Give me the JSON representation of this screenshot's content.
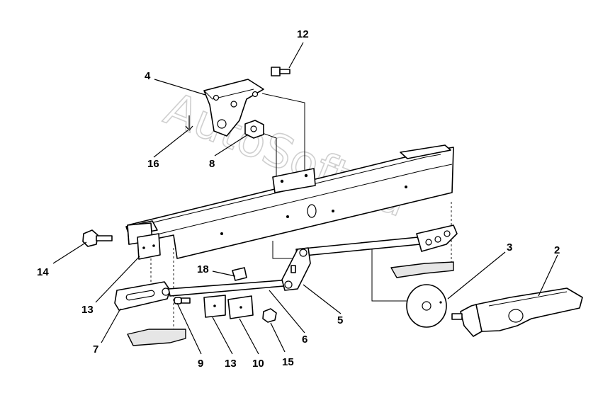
{
  "watermark": "AutoSoft.ru",
  "callouts": {
    "c1": "12",
    "c2": "4",
    "c3": "16",
    "c4": "8",
    "c5": "14",
    "c6": "13",
    "c7": "18",
    "c8": "3",
    "c9": "2",
    "c10": "7",
    "c11": "9",
    "c12": "13",
    "c13": "10",
    "c14": "15",
    "c15": "6",
    "c16": "5"
  }
}
